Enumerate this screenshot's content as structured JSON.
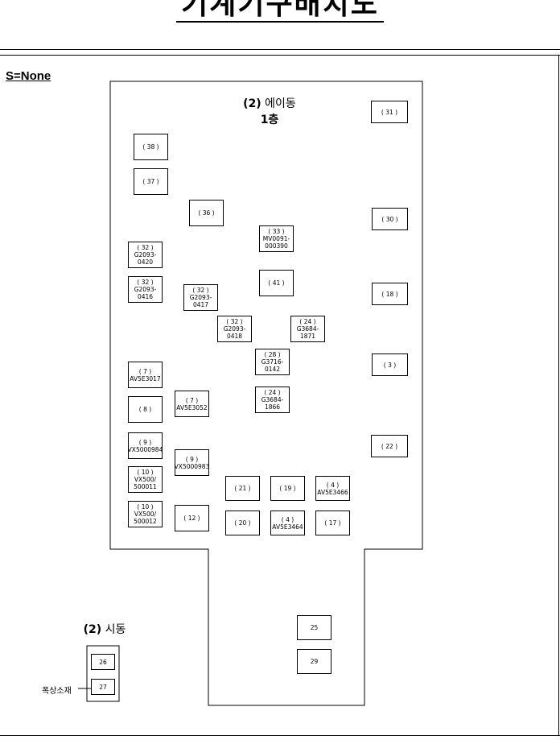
{
  "page_title": "기계기구배치도",
  "security_label": "S=None",
  "main_building": {
    "name_prefix": "(2)",
    "name": "에이동",
    "floor": "1층"
  },
  "aux_building": {
    "name_prefix": "(2)",
    "name": "시동"
  },
  "aux_annotation": "폭상소재",
  "equipment": {
    "e31": "( 31 )",
    "e38": "( 38 )",
    "e37": "( 37 )",
    "e36": "( 36 )",
    "e30": "( 30 )",
    "e33": "( 33 )\nMV0091-\n000390",
    "e32a": "( 32 )\nG2093-\n0420",
    "e41": "( 41 )",
    "e32b": "( 32 )\nG2093-\n0416",
    "e32c": "( 32 )\nG2093-\n0417",
    "e18": "( 18 )",
    "e32d": "( 32 )\nG2093-\n0418",
    "e24a": "( 24 )\nG3684-\n1871",
    "e28": "( 28 )\nG3716-\n0142",
    "e3": "( 3 )",
    "e7a": "( 7 )\nAV5E3017",
    "e24b": "( 24 )\nG3684-\n1866",
    "e7b": "( 7 )\nAV5E3052",
    "e8": "( 8 )",
    "e22": "( 22 )",
    "e9a": "( 9 )\nVX5000984",
    "e9b": "( 9 )\nVX5000983",
    "e10a": "( 10 )\nVX500/\n500011",
    "e21": "( 21 )",
    "e19": "( 19 )",
    "e4a": "( 4 )\nAV5E3466",
    "e10b": "( 10 )\nVX500/\n500012",
    "e12": "( 12 )",
    "e20": "( 20 )",
    "e4b": "( 4 )\nAV5E3464",
    "e17": "( 17 )",
    "e25": "25",
    "e29": "29",
    "e26": "26",
    "e27": "27"
  }
}
